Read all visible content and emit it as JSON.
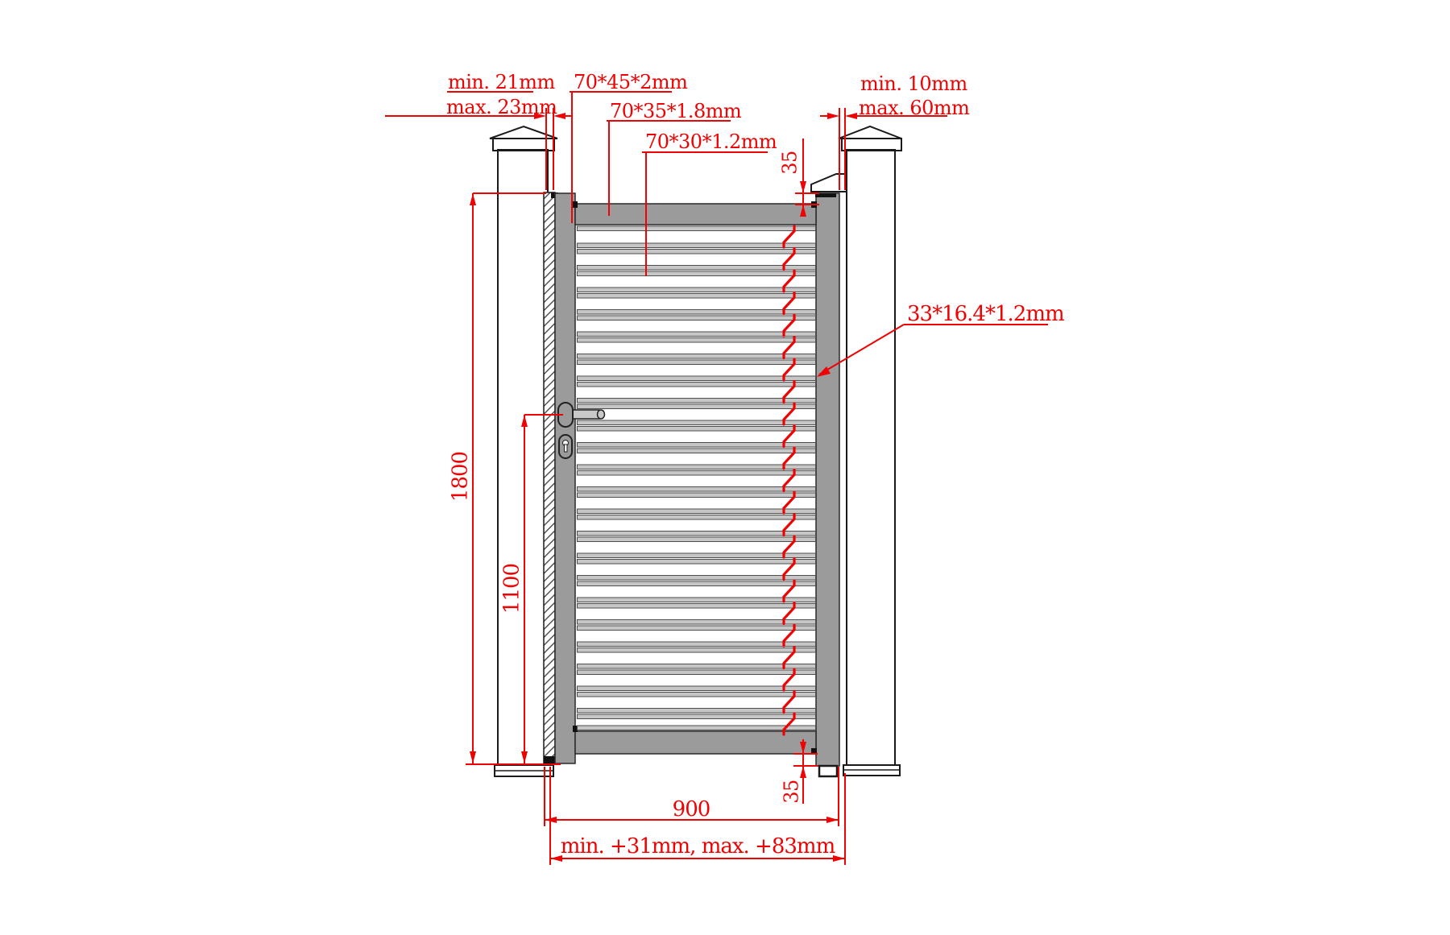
{
  "drawing_title": "louver gate installation dimensions",
  "labels": {
    "gap_left_min": "min. 21mm",
    "gap_left_max": "max. 23mm",
    "frame_profile": "70*45*2mm",
    "rail_profile": "70*35*1.8mm",
    "infill_profile": "70*30*1.2mm",
    "gap_right_min": "min. 10mm",
    "gap_right_max": "max. 60mm",
    "stile_offset_top": "35",
    "slat_profile": "33*16.4*1.2mm",
    "gate_height": "1800",
    "handle_height": "1100",
    "stile_offset_bottom": "35",
    "gate_width": "900",
    "opening_allowance": "min. +31mm, max. +83mm"
  },
  "colors": {
    "dimension_red": "#ee0202",
    "frame_gray": "#9b9b9b",
    "slat_gray": "#c6c6c6",
    "outline_black": "#1a1a1a"
  },
  "structure": {
    "slat_rows": 22,
    "slant_marks": 23
  }
}
